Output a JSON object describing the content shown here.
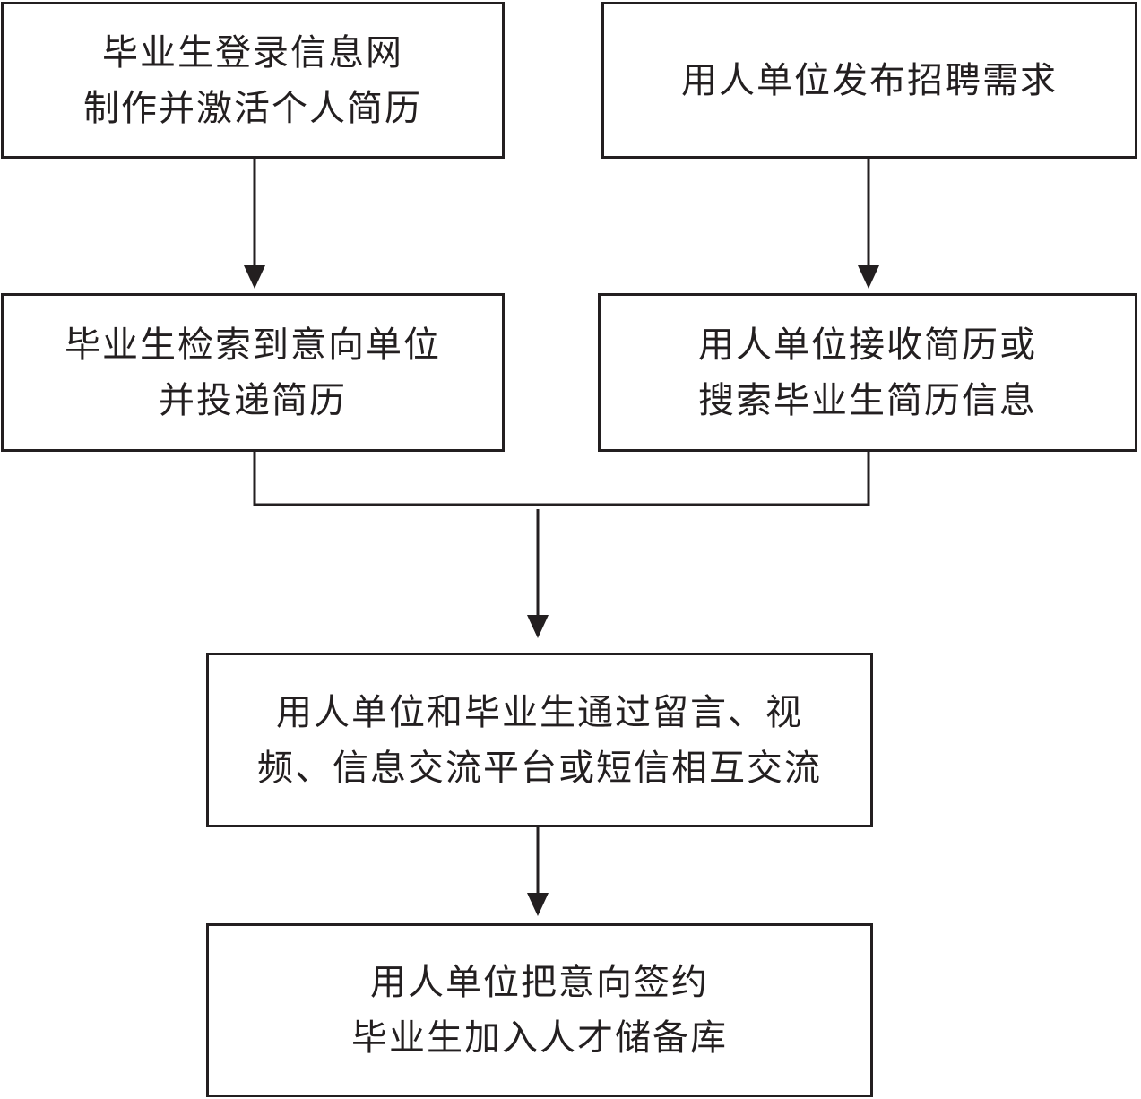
{
  "flowchart": {
    "graduate_register": {
      "lines": [
        "毕业生登录信息网",
        "制作并激活个人简历"
      ]
    },
    "employer_publish": {
      "lines": [
        "用人单位发布招聘需求"
      ]
    },
    "graduate_apply": {
      "lines": [
        "毕业生检索到意向单位",
        "并投递简历"
      ]
    },
    "employer_receive": {
      "lines": [
        "用人单位接收简历或",
        "搜索毕业生简历信息"
      ]
    },
    "communicate": {
      "lines": [
        "用人单位和毕业生通过留言、视",
        "频、信息交流平台或短信相互交流"
      ]
    },
    "sign": {
      "lines": [
        "用人单位把意向签约",
        "毕业生加入人才储备库"
      ]
    }
  },
  "colors": {
    "stroke": "#231f20",
    "background": "#ffffff"
  }
}
